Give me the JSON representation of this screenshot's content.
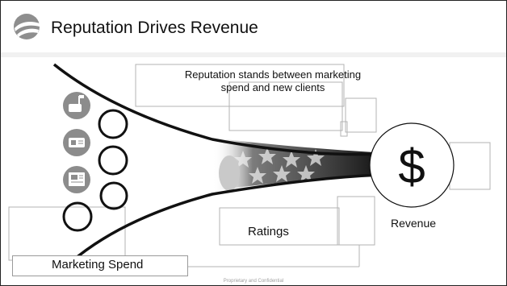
{
  "slide": {
    "title": "Reputation Drives Revenue",
    "callout": "Reputation stands between marketing spend and new clients",
    "ratings_label": "Ratings",
    "revenue_label": "Revenue",
    "revenue_symbol": "$",
    "marketing_label": "Marketing Spend",
    "footer": "Proprietary and Confidential"
  },
  "channels": [
    {
      "name": "mailbox-icon"
    },
    {
      "name": "radio-icon"
    },
    {
      "name": "newspaper-icon"
    }
  ],
  "colors": {
    "icon_fill": "#8c8c8c",
    "stroke": "#111111",
    "outline_box": "#b3b3b3"
  }
}
